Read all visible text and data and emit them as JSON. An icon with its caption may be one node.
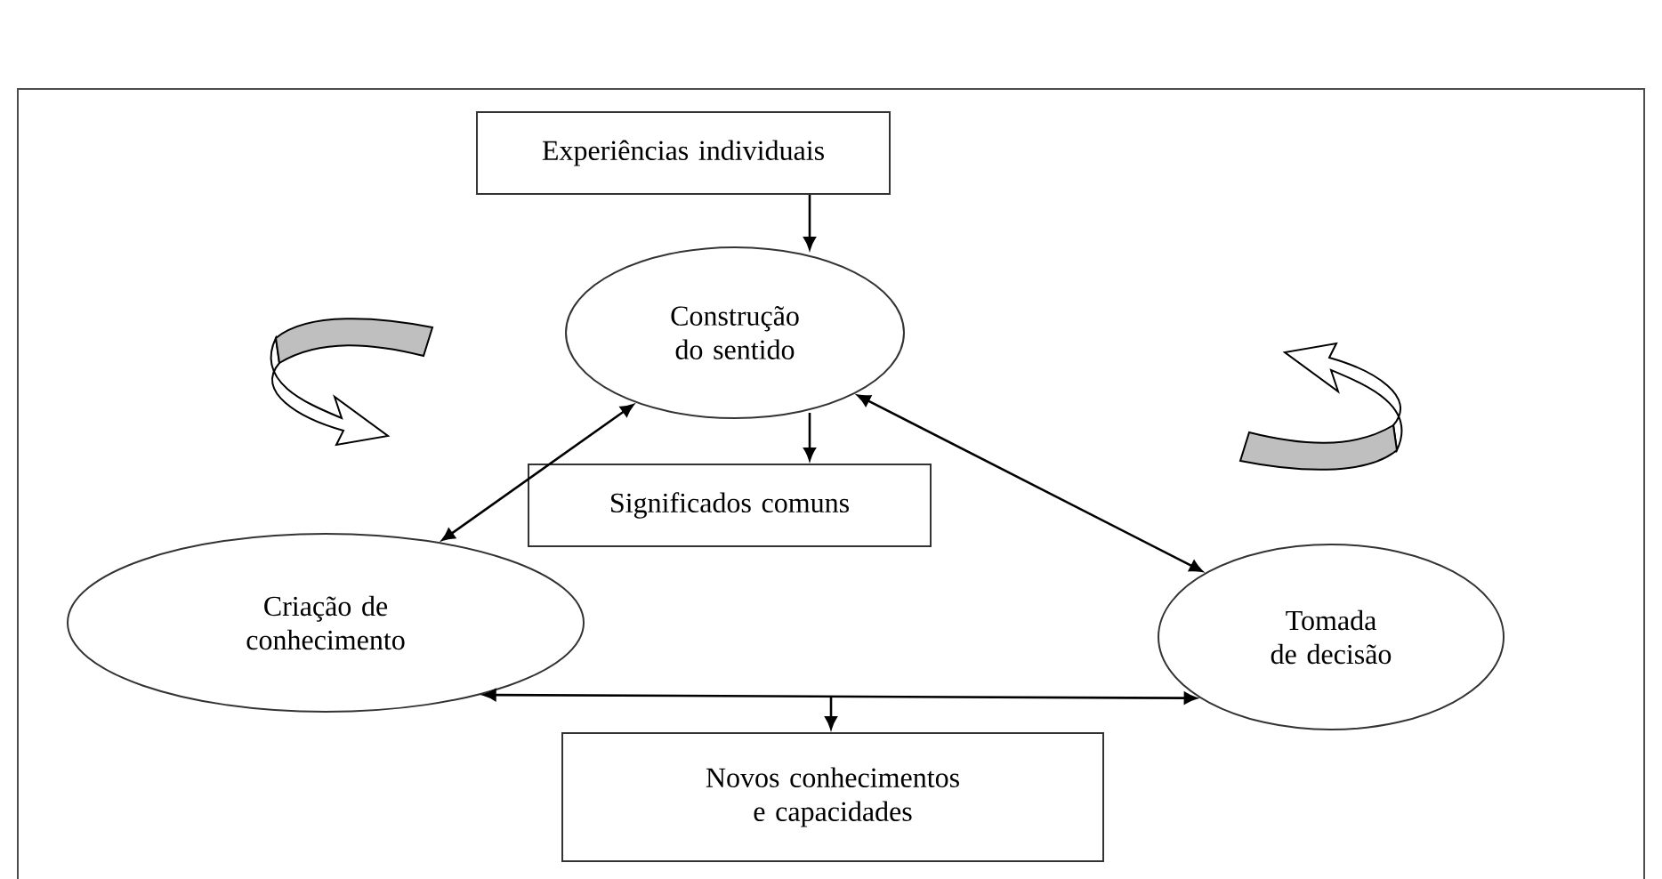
{
  "diagram": {
    "nodes": [
      {
        "text": [
          "Experiências individuais"
        ]
      },
      {
        "text": [
          "Construção do sentido"
        ]
      },
      {
        "text": [
          "Significados comuns"
        ]
      },
      {
        "text": [
          "Criação de conhecimento"
        ]
      },
      {
        "text": [
          "Tomada de decisão"
        ]
      },
      {
        "text": [
          "Novos conhecimentos e capacidades"
        ]
      }
    ],
    "edges": [
      {
        "from": 0,
        "to": 1,
        "arrow": "to"
      },
      {
        "from": 1,
        "to": 2,
        "arrow": "to"
      },
      {
        "from": 1,
        "to": 3,
        "arrow": "both"
      },
      {
        "from": 1,
        "to": 4,
        "arrow": "both"
      },
      {
        "from": 3,
        "to": 4,
        "arrow": "both"
      },
      {
        "from": null,
        "to": 5,
        "arrow": "to"
      }
    ]
  }
}
